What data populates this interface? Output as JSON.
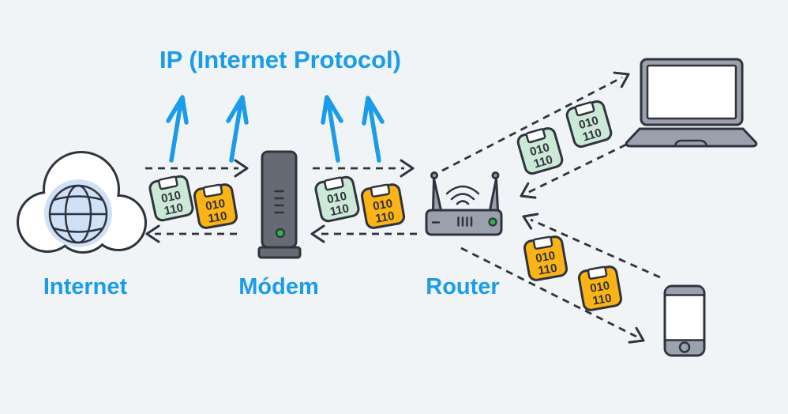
{
  "title": "IP (Internet Protocol)",
  "nodes": {
    "internet": {
      "label": "Internet",
      "icon": "cloud-globe-icon"
    },
    "modem": {
      "label": "Módem",
      "icon": "modem-icon"
    },
    "router": {
      "label": "Router",
      "icon": "wifi-router-icon"
    },
    "laptop": {
      "icon": "laptop-icon"
    },
    "smartphone": {
      "icon": "smartphone-icon"
    }
  },
  "packet": {
    "line1": "010",
    "line2": "110",
    "green_icon": "data-packet-green-icon",
    "orange_icon": "data-packet-orange-icon"
  },
  "connections": [
    {
      "from": "internet",
      "to": "modem",
      "type": "dashed-bidirectional"
    },
    {
      "from": "modem",
      "to": "router",
      "type": "dashed-bidirectional"
    },
    {
      "from": "router",
      "to": "laptop",
      "type": "dashed-bidirectional"
    },
    {
      "from": "router",
      "to": "smartphone",
      "type": "dashed-bidirectional"
    }
  ],
  "ip_arrows": {
    "count": 4,
    "icon": "blue-up-arrow-icon"
  },
  "colors": {
    "background": "#f0f4f7",
    "accent_blue": "#1b9ce9",
    "outline_dark": "#2f333d",
    "packet_green": "#cbe9d6",
    "packet_orange": "#fcb316",
    "device_gray": "#9aa1ac",
    "modem_gray": "#666b73",
    "led_green": "#2eb350",
    "globe_fill": "#cfe1f6"
  }
}
